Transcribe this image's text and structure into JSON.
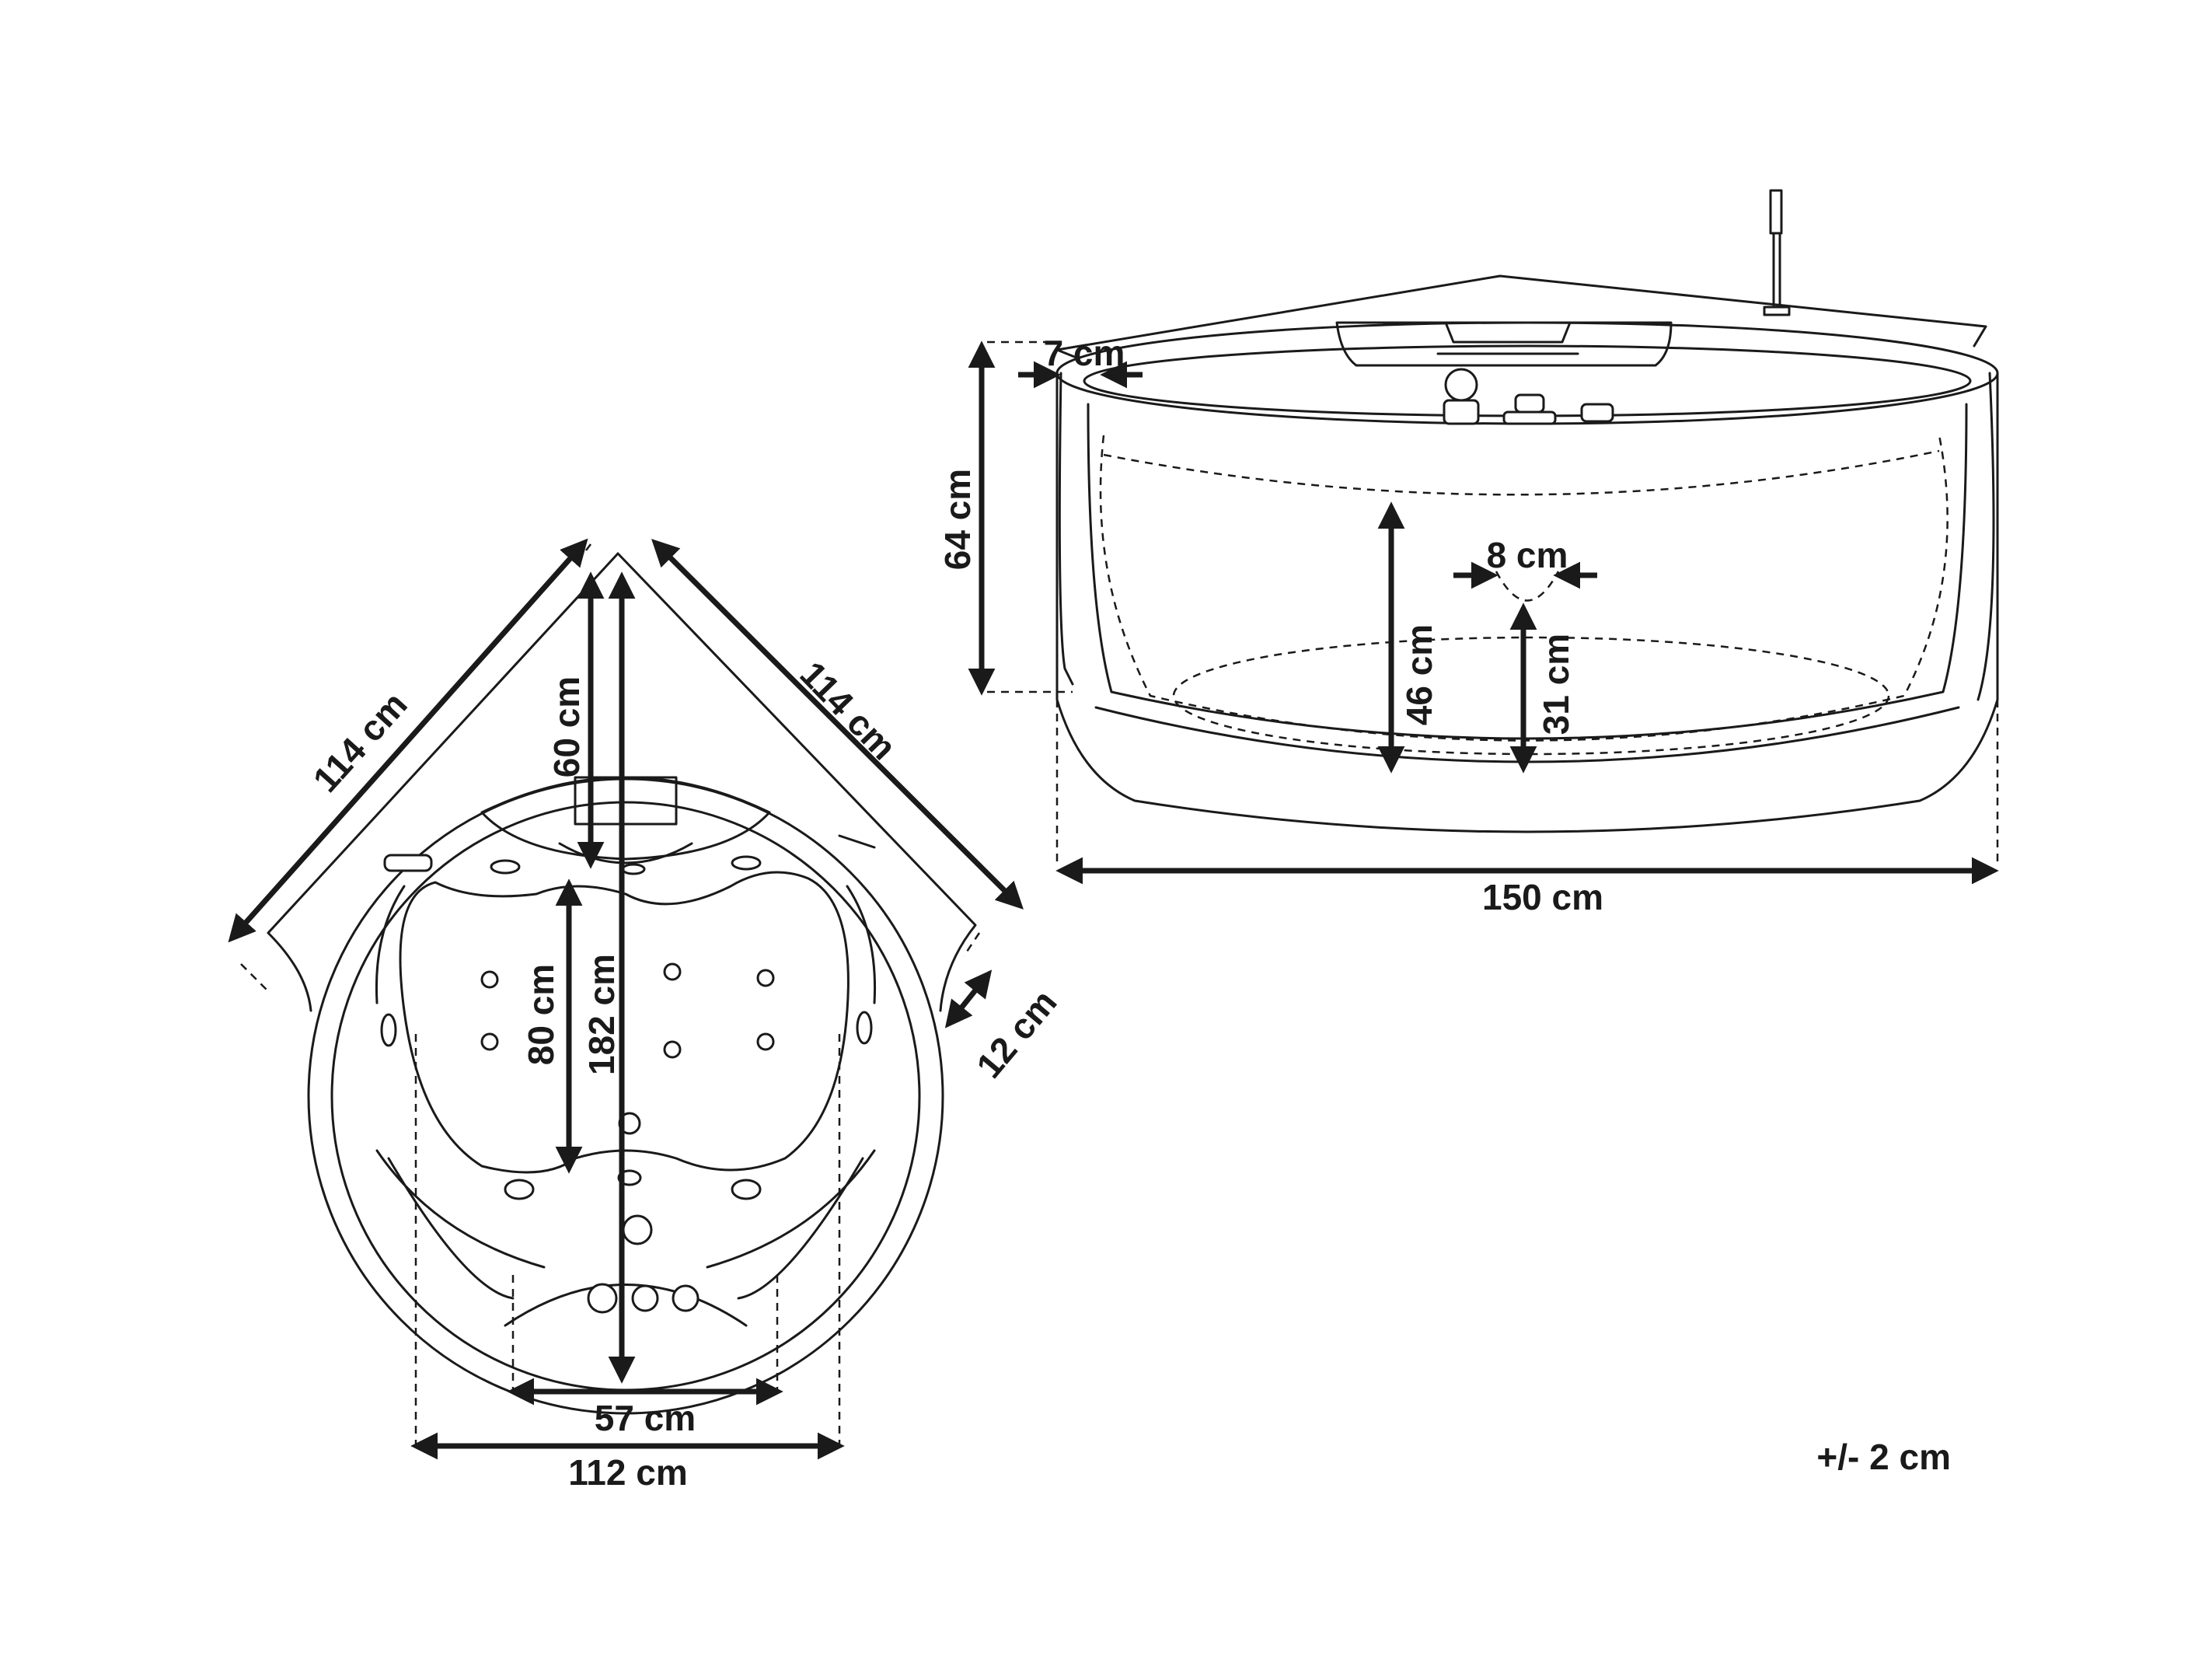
{
  "top_view": {
    "side_left_label": "114 cm",
    "side_right_label": "114 cm",
    "headrest_depth_label": "60 cm",
    "seat_length_label": "80 cm",
    "total_length_label": "182 cm",
    "rim_label": "12 cm",
    "inner_width_label": "57 cm",
    "outer_width_label": "112 cm"
  },
  "side_view": {
    "height_label": "64 cm",
    "rim_width_label": "7 cm",
    "overflow_label": "8 cm",
    "water_depth_label": "46 cm",
    "overflow_height_label": "31 cm",
    "width_label": "150 cm"
  },
  "tolerance_label": "+/- 2 cm"
}
